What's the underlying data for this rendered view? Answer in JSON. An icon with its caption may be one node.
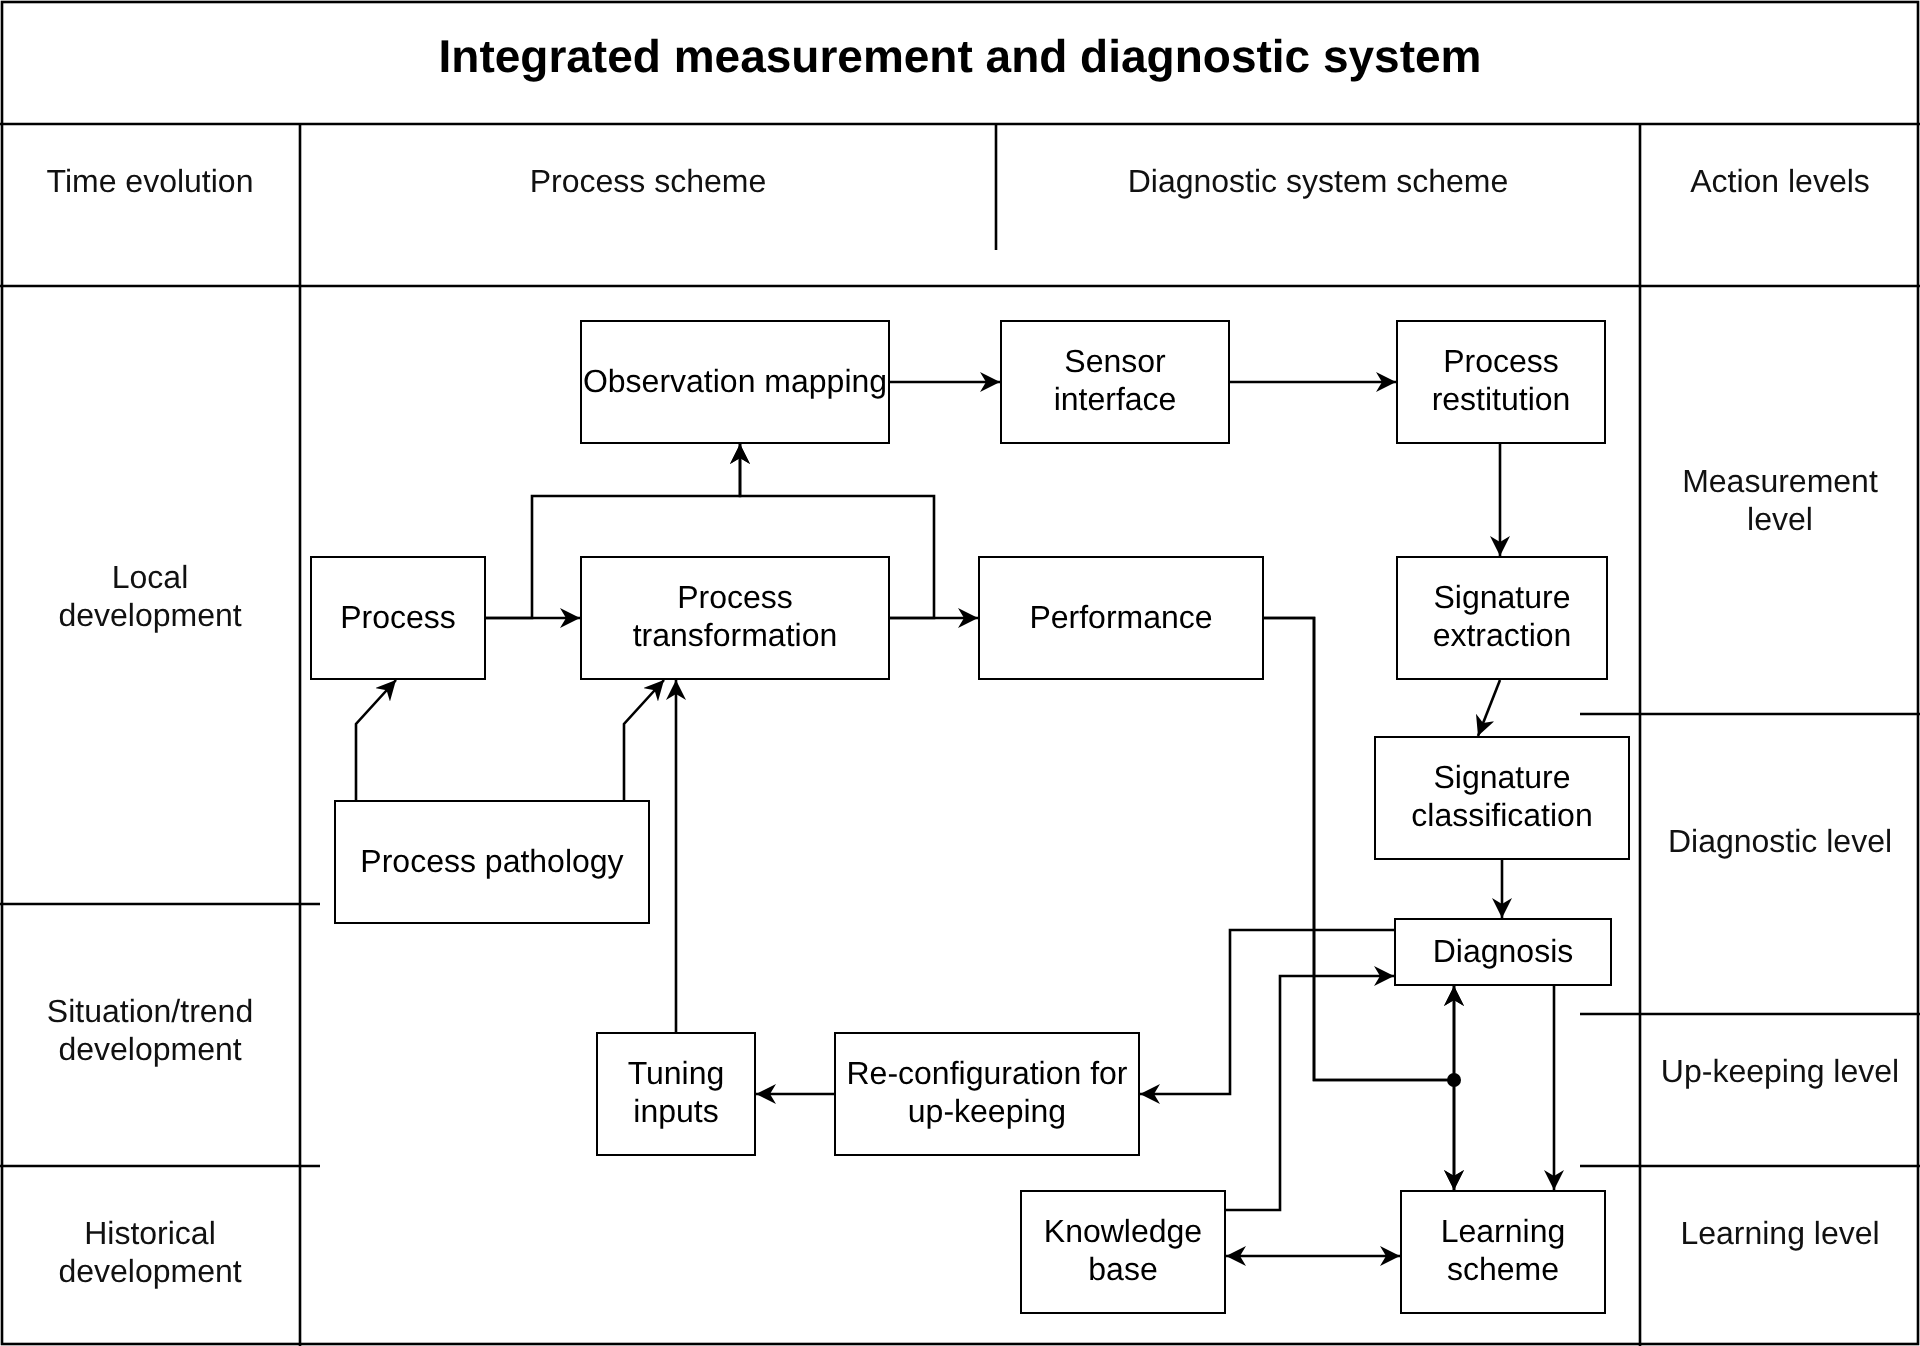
{
  "diagram": {
    "title": "Integrated measurement and diagnostic system",
    "nodes": [
      {
        "text": [
          "Observation mapping"
        ]
      },
      {
        "text": [
          "Sensor interface"
        ]
      },
      {
        "text": [
          "Process restitution"
        ]
      },
      {
        "text": [
          "Process"
        ]
      },
      {
        "text": [
          "Process transformation"
        ]
      },
      {
        "text": [
          "Performance"
        ]
      },
      {
        "text": [
          "Signature extraction"
        ]
      },
      {
        "text": [
          "Signature classification"
        ]
      },
      {
        "text": [
          "Process pathology"
        ]
      },
      {
        "text": [
          "Diagnosis"
        ]
      },
      {
        "text": [
          "Tuning inputs"
        ]
      },
      {
        "text": [
          "Re-configuration for up-keeping"
        ]
      },
      {
        "text": [
          "Knowledge base"
        ]
      },
      {
        "text": [
          "Learning scheme"
        ]
      }
    ],
    "edges": [
      {
        "from": 0,
        "to": 1,
        "arrow": "to"
      },
      {
        "from": 1,
        "to": 2,
        "arrow": "to"
      },
      {
        "from": 2,
        "to": 6,
        "arrow": "to"
      },
      {
        "from": 6,
        "to": 7,
        "arrow": "to"
      },
      {
        "from": 7,
        "to": 9,
        "arrow": "to"
      },
      {
        "from": 3,
        "to": 4,
        "arrow": "to"
      },
      {
        "from": 3,
        "to": 0,
        "arrow": "to"
      },
      {
        "from": 4,
        "to": 0,
        "arrow": "to"
      },
      {
        "from": 4,
        "to": 5,
        "arrow": "to"
      },
      {
        "from": 8,
        "to": 3,
        "arrow": "to"
      },
      {
        "from": 8,
        "to": 4,
        "arrow": "to"
      },
      {
        "from": 10,
        "to": 4,
        "arrow": "to"
      },
      {
        "from": 11,
        "to": 10,
        "arrow": "to"
      },
      {
        "from": 9,
        "to": 11,
        "arrow": "to"
      },
      {
        "from": 12,
        "to": 9,
        "arrow": "to"
      },
      {
        "from": 5,
        "to": 9,
        "arrow": "to"
      },
      {
        "from": 5,
        "to": 13,
        "arrow": "to"
      },
      {
        "from": 9,
        "to": 13,
        "arrow": "both"
      },
      {
        "from": 9,
        "to": 13,
        "arrow": "to"
      },
      {
        "from": 12,
        "to": 13,
        "arrow": "both"
      }
    ],
    "labels": [
      "Time evolution",
      "Process scheme",
      "Diagnostic system scheme",
      "Action levels",
      "Local development",
      "Measurement level",
      "Diagnostic level",
      "Situation/trend development",
      "Up-keeping level",
      "Historical development",
      "Learning level"
    ]
  }
}
